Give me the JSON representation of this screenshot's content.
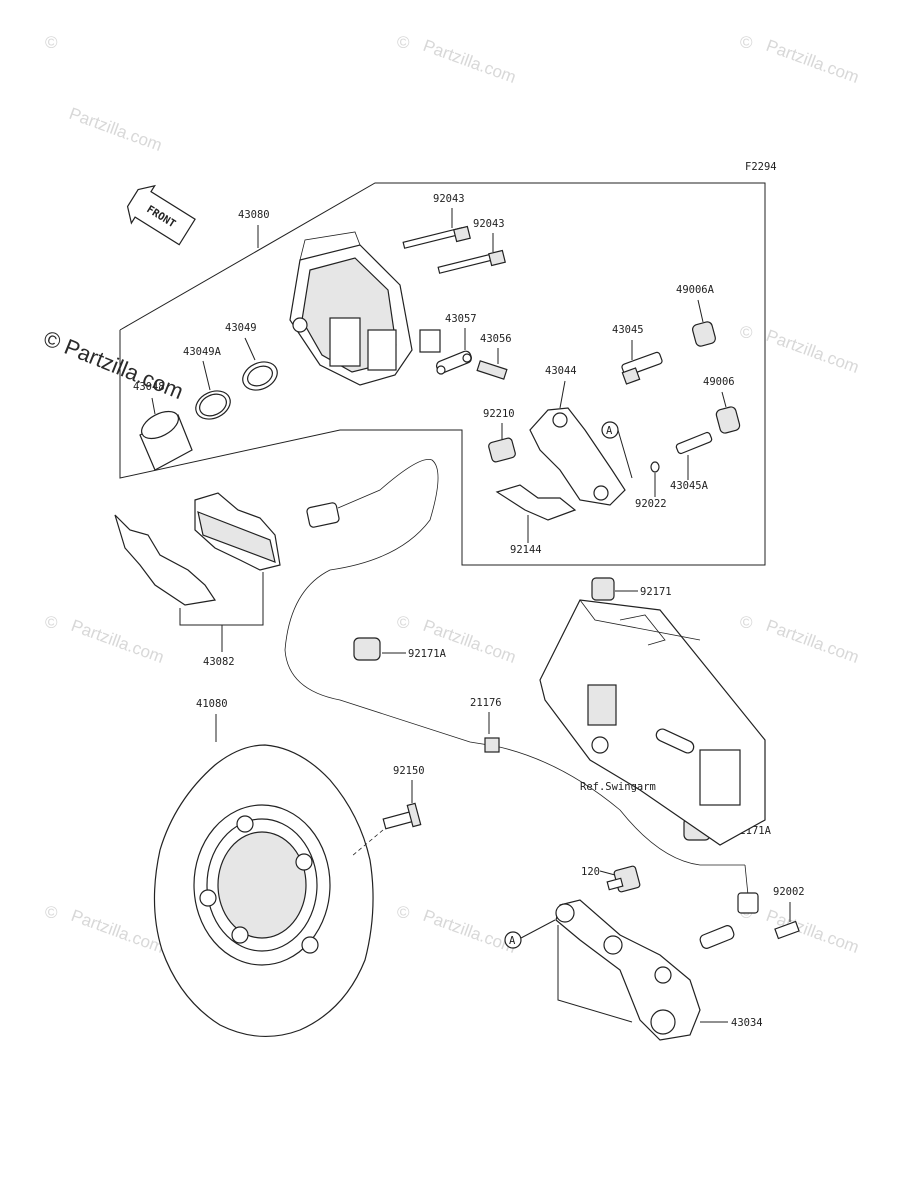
{
  "diagram_code": "F2294",
  "front_label": "FRONT",
  "ref_swingarm": "Ref.Swingarm",
  "callout_a": "A",
  "watermark": {
    "symbol": "©",
    "text": "Partzilla.com",
    "main_text": "© Partzilla.com"
  },
  "parts": {
    "p43080": "43080",
    "p92043a": "92043",
    "p92043b": "92043",
    "p43057": "43057",
    "p43056": "43056",
    "p43049": "43049",
    "p43049a": "43049A",
    "p43048": "43048",
    "p43045": "43045",
    "p49006a": "49006A",
    "p43044": "43044",
    "p92210": "92210",
    "p49006": "49006",
    "p43045a": "43045A",
    "p92022": "92022",
    "p92144": "92144",
    "p43082": "43082",
    "p92171": "92171",
    "p92171a_1": "92171A",
    "p92171a_2": "92171A",
    "p21176": "21176",
    "p41080": "41080",
    "p92150": "92150",
    "p120": "120",
    "p92002": "92002",
    "p43034": "43034"
  }
}
